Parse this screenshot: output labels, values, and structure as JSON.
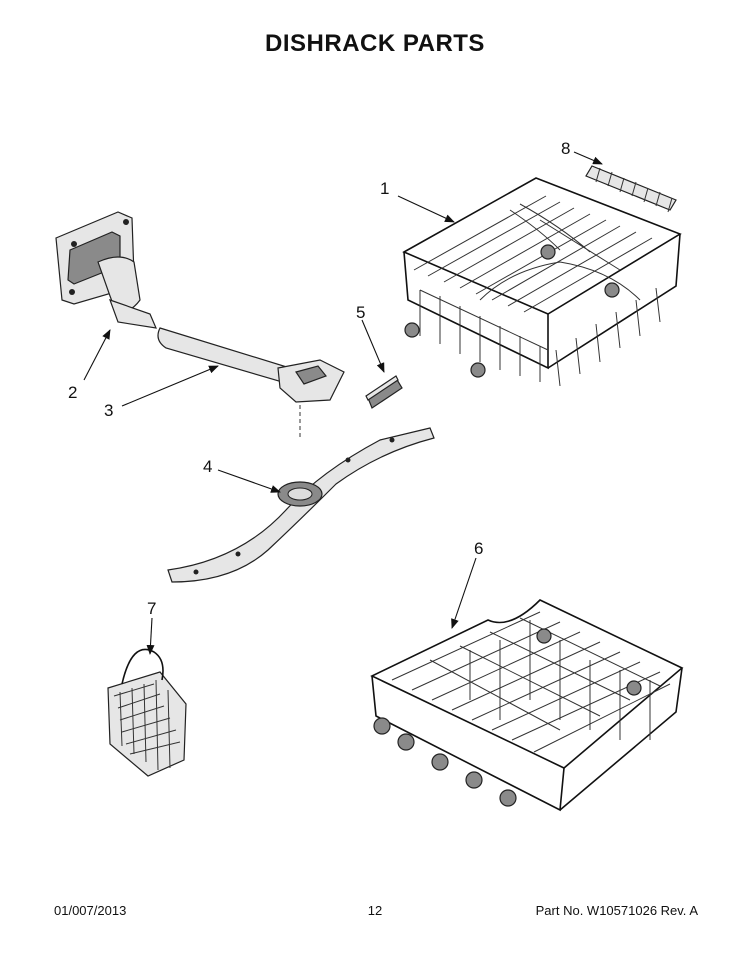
{
  "title": "DISHRACK PARTS",
  "callouts": [
    "1",
    "2",
    "3",
    "4",
    "5",
    "6",
    "7",
    "8"
  ],
  "footer": {
    "date": "01/007/2013",
    "page": "12",
    "part_number": "Part No.  W10571026  Rev.  A"
  }
}
